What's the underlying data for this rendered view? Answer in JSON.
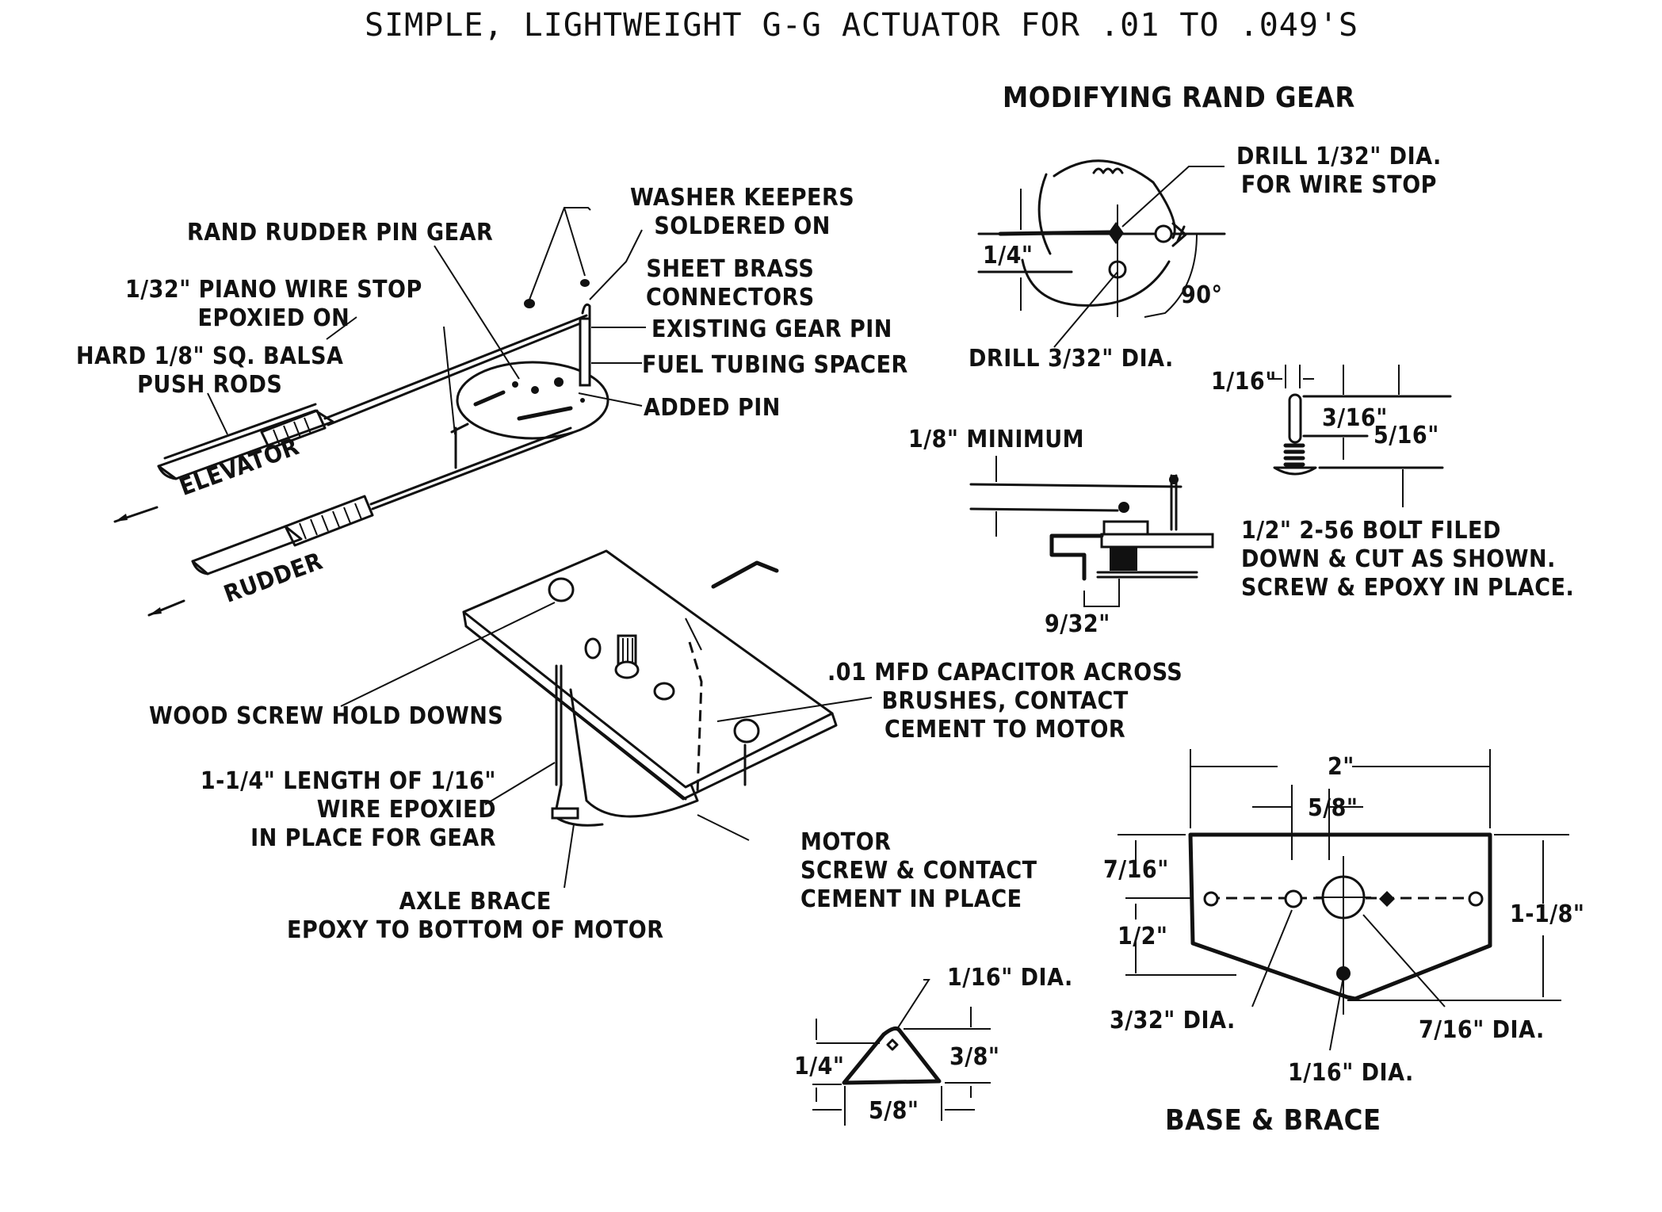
{
  "title": "SIMPLE, LIGHTWEIGHT G-G ACTUATOR FOR .01 TO .049'S",
  "main_view": {
    "labels": {
      "rand_rudder_pin_gear": "RAND RUDDER PIN GEAR",
      "washer_keepers": "WASHER KEEPERS\nSOLDERED ON",
      "piano_wire_stop": "1/32\" PIANO WIRE STOP\nEPOXIED ON",
      "sheet_brass": "SHEET BRASS\nCONNECTORS",
      "existing_gear_pin": "EXISTING GEAR PIN",
      "fuel_tubing_spacer": "FUEL TUBING SPACER",
      "push_rods": "HARD 1/8\" SQ. BALSA\nPUSH RODS",
      "added_pin": "ADDED PIN",
      "elevator": "ELEVATOR",
      "rudder": "RUDDER",
      "wood_screw": "WOOD SCREW HOLD DOWNS",
      "capacitor": ".01 MFD CAPACITOR ACROSS\nBRUSHES, CONTACT\nCEMENT TO MOTOR",
      "wire_length": "1-1/4\" LENGTH OF 1/16\"\nWIRE EPOXIED\nIN PLACE FOR GEAR",
      "axle_brace": "AXLE BRACE\nEPOXY TO BOTTOM OF MOTOR",
      "motor": "MOTOR\nSCREW & CONTACT\nCEMENT IN PLACE"
    }
  },
  "modifying_gear": {
    "heading": "MODIFYING RAND GEAR",
    "drill_small": "DRILL 1/32\" DIA.\nFOR WIRE STOP",
    "drill_large": "DRILL 3/32\" DIA.",
    "dim_quarter": "1/4\"",
    "angle": "90°"
  },
  "side_view": {
    "minimum": "1/8\" MINIMUM",
    "dim_9_32": "9/32\""
  },
  "bolt_detail": {
    "dim_1_16": "1/16\"",
    "dim_3_16": "3/16\"",
    "dim_5_16": "5/16\"",
    "note": "1/2\" 2-56 BOLT FILED\nDOWN & CUT AS SHOWN.\nSCREW & EPOXY IN PLACE."
  },
  "brace_detail": {
    "hole": "1/16\" DIA.",
    "dim_1_4": "1/4\"",
    "dim_3_8": "3/8\"",
    "dim_5_8": "5/8\""
  },
  "base_detail": {
    "heading": "BASE & BRACE",
    "dim_width": "2\"",
    "dim_5_8": "5/8\"",
    "dim_7_16": "7/16\"",
    "dim_1_2": "1/2\"",
    "dim_height": "1-1/8\"",
    "hole_3_32": "3/32\" DIA.",
    "hole_7_16": "7/16\" DIA.",
    "hole_1_16": "1/16\" DIA."
  }
}
